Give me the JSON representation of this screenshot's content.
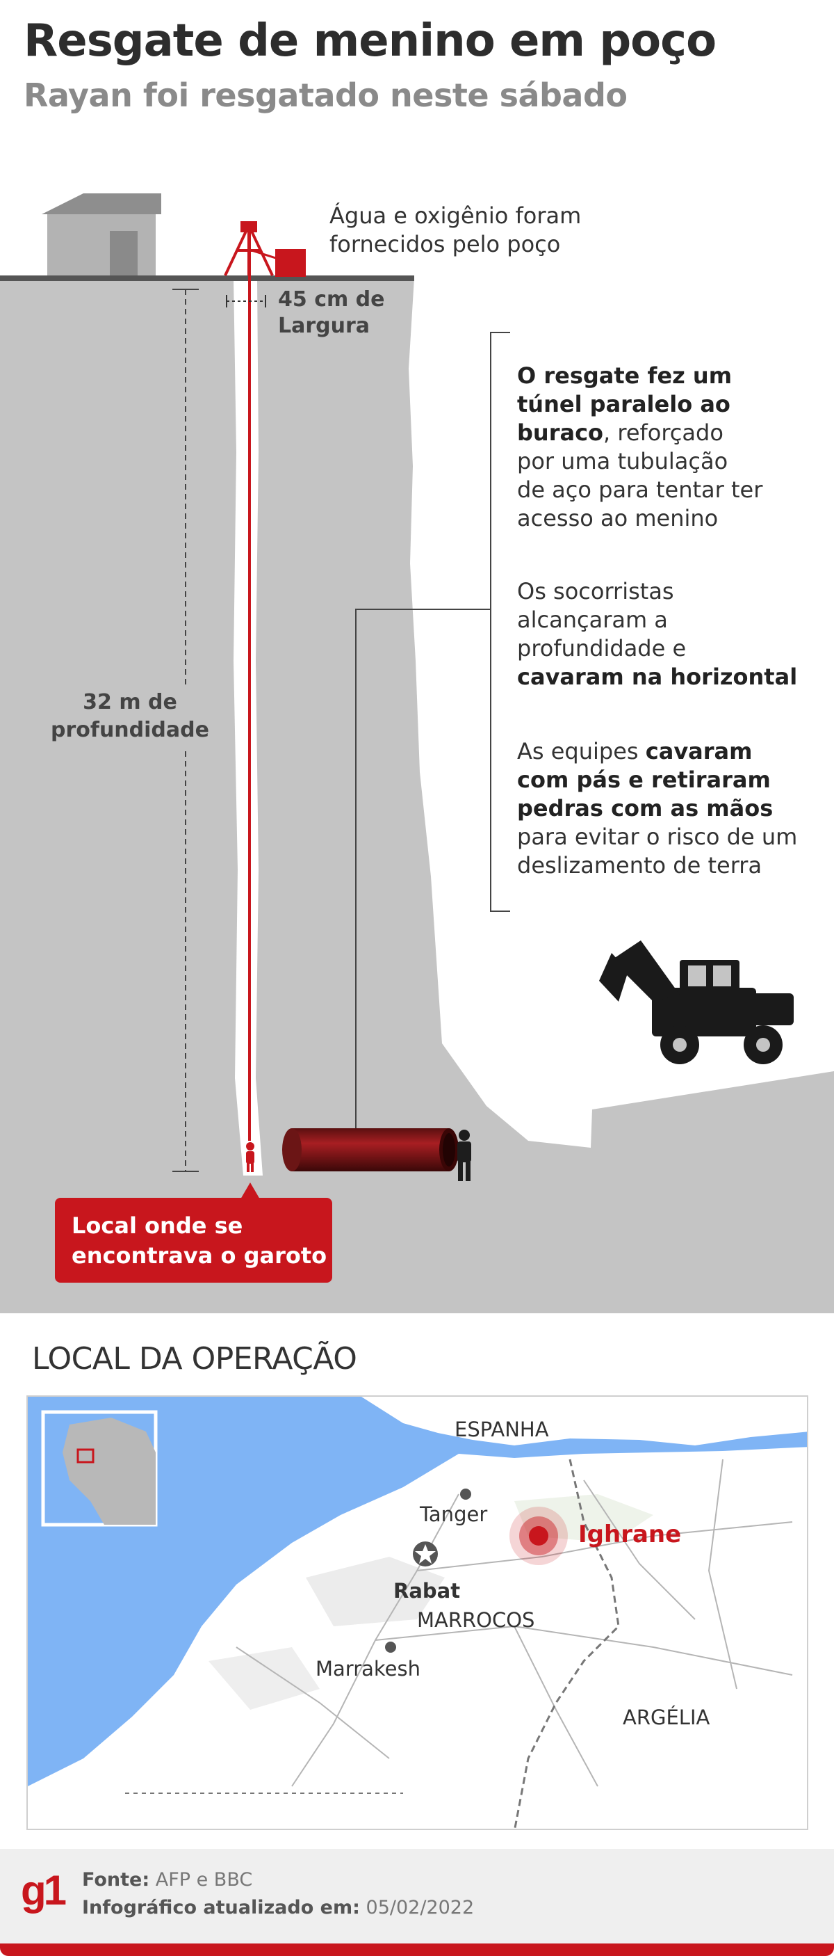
{
  "header": {
    "title": "Resgate de menino em poço",
    "subtitle": "Rayan foi resgatado neste sábado"
  },
  "diagram": {
    "supply_note_line1": "Água e oxigênio foram",
    "supply_note_line2": "fornecidos pelo poço",
    "width_label_line1": "45 cm de",
    "width_label_line2": "Largura",
    "depth_label_line1": "32 m de",
    "depth_label_line2": "profundidade",
    "note1": {
      "bold1": "O resgate fez um",
      "bold2": "túnel paralelo ao",
      "bold3": "buraco",
      "rest3": ", reforçado",
      "line4": "por uma tubulação",
      "line5": "de aço para tentar ter",
      "line6": "acesso ao menino"
    },
    "note2": {
      "line1": "Os socorristas",
      "line2": "alcançaram a",
      "line3": "profundidade e",
      "bold4": "cavaram na horizontal"
    },
    "note3": {
      "line1": "As equipes ",
      "bold1": "cavaram",
      "bold2": "com pás e retiraram",
      "bold3": "pedras com as mãos",
      "line4": "para evitar o risco de um",
      "line5": "deslizamento de terra"
    },
    "callout_line1": "Local onde se",
    "callout_line2": "encontrava o garoto"
  },
  "map": {
    "section_title": "LOCAL DA OPERAÇÃO",
    "labels": {
      "spain": "ESPANHA",
      "tanger": "Tanger",
      "rabat": "Rabat",
      "morocco": "MARROCOS",
      "marrakesh": "Marrakesh",
      "algeria": "ARGÉLIA",
      "ighrane": "Ighrane"
    },
    "colors": {
      "sea": "#7fb4f5",
      "land": "#ffffff",
      "highlight": "#c8161d"
    }
  },
  "footer": {
    "logo": "g1",
    "source_label": "Fonte:",
    "source_value": "AFP e BBC",
    "updated_label": "Infográfico atualizado em:",
    "updated_value": "05/02/2022"
  }
}
